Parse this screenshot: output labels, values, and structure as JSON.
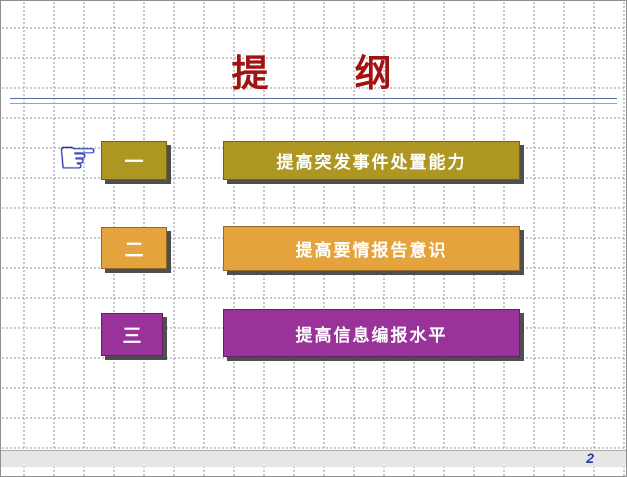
{
  "slide": {
    "title": "提　　纲",
    "page_number": "2"
  },
  "rows": [
    {
      "num": "一",
      "label": "提高突发事件处置能力",
      "color": "#AD9722"
    },
    {
      "num": "二",
      "label": "提高要情报告意识",
      "color": "#E5A33D"
    },
    {
      "num": "三",
      "label": "提高信息编报水平",
      "color": "#993399"
    }
  ],
  "icons": {
    "pointer_hand": "☞"
  },
  "colors": {
    "title": "#A31212",
    "separator": "#4F74A3",
    "page_number": "#2B3A9E",
    "shadow": "#373737"
  }
}
